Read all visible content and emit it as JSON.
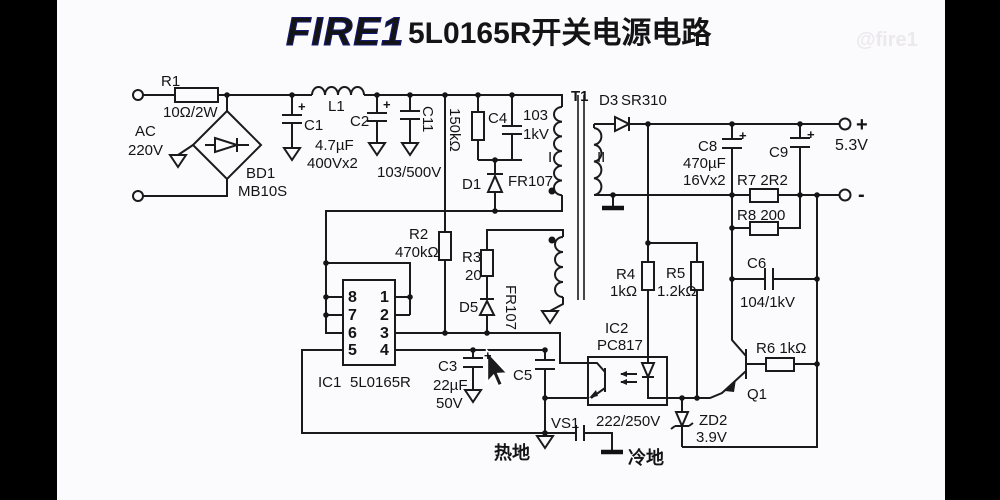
{
  "header": {
    "logo_text": "FIRE1",
    "title": "5L0165R开关电源电路",
    "watermark": "@fire1"
  },
  "colors": {
    "logo_blue": "#2633d6",
    "ink": "#1a1a1a",
    "background": "#fbfafd",
    "letterbox": "#000000"
  },
  "labels": {
    "ac_line1": "AC",
    "ac_line2": "220V",
    "r1": "R1",
    "r1_value": "10Ω/2W",
    "bd1": "BD1",
    "bd1_type": "MB10S",
    "c1": "C1",
    "l1": "L1",
    "c2": "C2",
    "c1c2_value1": "4.7µF",
    "c1c2_value2": "400Vx2",
    "c11": "C11",
    "c11_value": "103/500V",
    "r2": "R2",
    "r2_value": "470kΩ",
    "r_snubber": "150kΩ",
    "c4": "C4",
    "c4_value1": "103",
    "c4_value2": "1kV",
    "d1": "D1",
    "d1_type": "FR107",
    "t1": "T1",
    "winding_primary": "I",
    "winding_secondary": "II",
    "d3": "D3",
    "d3_type": "SR310",
    "c8": "C8",
    "c8_value1": "470µF",
    "c8_value2": "16Vx2",
    "c9": "C9",
    "r7": "R7  2R2",
    "r8": "R8  200",
    "plus": "+",
    "minus": "-",
    "output_voltage": "5.3V",
    "r3": "R3",
    "r3_value": "20",
    "d5": "D5",
    "d5_type": "FR107",
    "ic1": "IC1",
    "ic1_type": "5L0165R",
    "pins_left": [
      "8",
      "7",
      "6",
      "5"
    ],
    "pins_right": [
      "1",
      "2",
      "3",
      "4"
    ],
    "c3": "C3",
    "c3_value1": "22µF",
    "c3_value2": "50V",
    "c5": "C5",
    "ic2": "IC2",
    "ic2_type": "PC817",
    "vs1": "VS1",
    "vs1_value": "222/250V",
    "ground_hot": "热地",
    "ground_cold": "冷地",
    "r4": "R4",
    "r4_value": "1kΩ",
    "r5": "R5",
    "r5_value": "1.2kΩ",
    "c6": "C6",
    "c6_value": "104/1kV",
    "r6": "R6  1kΩ",
    "q1": "Q1",
    "zd2": "ZD2",
    "zd2_value": "3.9V"
  }
}
